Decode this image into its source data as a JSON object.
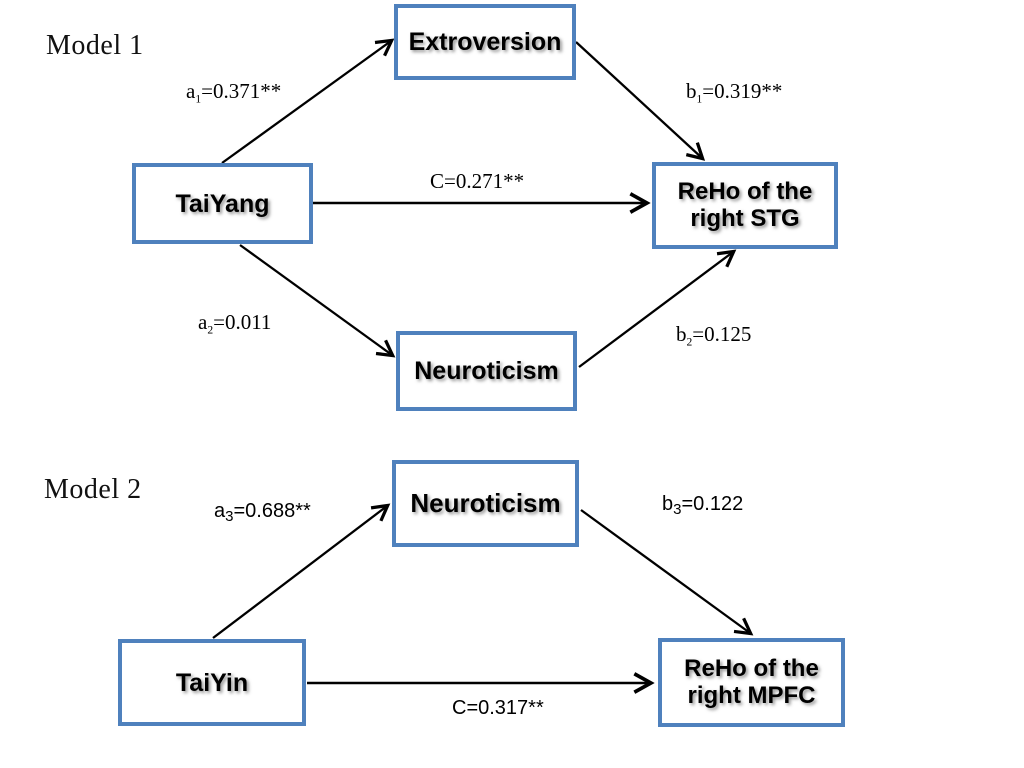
{
  "models": [
    {
      "title": "Model 1",
      "nodes": {
        "predictor": "TaiYang",
        "mediator_top": "Extroversion",
        "mediator_bottom": "Neuroticism",
        "outcome": "ReHo of the right STG"
      },
      "labels": {
        "a1": {
          "base": "a",
          "sub": "1",
          "rest": "=0.371**"
        },
        "b1": {
          "base": "b",
          "sub": "1",
          "rest": "=0.319**"
        },
        "c": "C=0.271**",
        "a2": {
          "base": "a",
          "sub": "2",
          "rest": "=0.011"
        },
        "b2": {
          "base": "b",
          "sub": "2",
          "rest": "=0.125"
        }
      }
    },
    {
      "title": "Model 2",
      "nodes": {
        "predictor": "TaiYin",
        "mediator": "Neuroticism",
        "outcome": "ReHo of the right MPFC"
      },
      "labels": {
        "a3": {
          "base": "a",
          "sub": "3",
          "rest": "=0.688**"
        },
        "b3": {
          "base": "b",
          "sub": "3",
          "rest": "=0.122"
        },
        "c": "C=0.317**"
      }
    }
  ],
  "colors": {
    "box_border": "#4f81bd",
    "box_fill": "#ffffff",
    "arrow": "#000000",
    "text": "#000000"
  }
}
